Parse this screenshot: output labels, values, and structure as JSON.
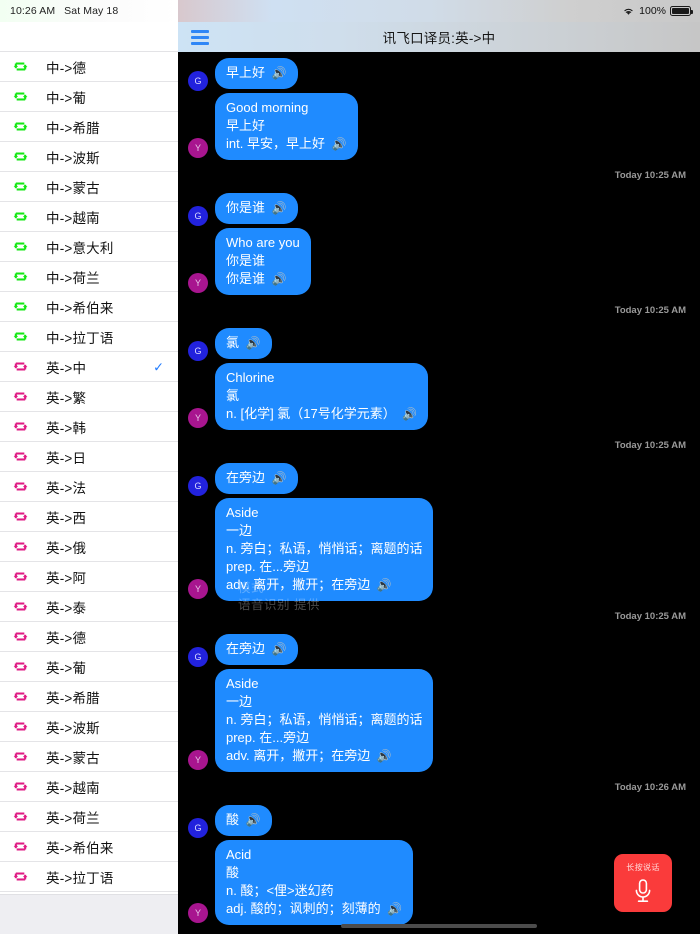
{
  "sidebar": {
    "statusbar": {
      "time": "10:26 AM",
      "date": "Sat May 18"
    },
    "items": [
      {
        "label": "中->德",
        "dir": "zh",
        "selected": false
      },
      {
        "label": "中->葡",
        "dir": "zh",
        "selected": false
      },
      {
        "label": "中->希腊",
        "dir": "zh",
        "selected": false
      },
      {
        "label": "中->波斯",
        "dir": "zh",
        "selected": false
      },
      {
        "label": "中->蒙古",
        "dir": "zh",
        "selected": false
      },
      {
        "label": "中->越南",
        "dir": "zh",
        "selected": false
      },
      {
        "label": "中->意大利",
        "dir": "zh",
        "selected": false
      },
      {
        "label": "中->荷兰",
        "dir": "zh",
        "selected": false
      },
      {
        "label": "中->希伯来",
        "dir": "zh",
        "selected": false
      },
      {
        "label": "中->拉丁语",
        "dir": "zh",
        "selected": false
      },
      {
        "label": "英->中",
        "dir": "en",
        "selected": true
      },
      {
        "label": "英->繁",
        "dir": "en",
        "selected": false
      },
      {
        "label": "英->韩",
        "dir": "en",
        "selected": false
      },
      {
        "label": "英->日",
        "dir": "en",
        "selected": false
      },
      {
        "label": "英->法",
        "dir": "en",
        "selected": false
      },
      {
        "label": "英->西",
        "dir": "en",
        "selected": false
      },
      {
        "label": "英->俄",
        "dir": "en",
        "selected": false
      },
      {
        "label": "英->阿",
        "dir": "en",
        "selected": false
      },
      {
        "label": "英->泰",
        "dir": "en",
        "selected": false
      },
      {
        "label": "英->德",
        "dir": "en",
        "selected": false
      },
      {
        "label": "英->葡",
        "dir": "en",
        "selected": false
      },
      {
        "label": "英->希腊",
        "dir": "en",
        "selected": false
      },
      {
        "label": "英->波斯",
        "dir": "en",
        "selected": false
      },
      {
        "label": "英->蒙古",
        "dir": "en",
        "selected": false
      },
      {
        "label": "英->越南",
        "dir": "en",
        "selected": false
      },
      {
        "label": "英->荷兰",
        "dir": "en",
        "selected": false
      },
      {
        "label": "英->希伯来",
        "dir": "en",
        "selected": false
      },
      {
        "label": "英->拉丁语",
        "dir": "en",
        "selected": false
      }
    ],
    "check_glyph": "✓",
    "colors": {
      "zh_icon": "#14e814",
      "en_icon": "#e01b84",
      "check": "#1f7bff"
    }
  },
  "main": {
    "statusbar": {
      "wifi": "wifi-icon",
      "battery_percent": "100%",
      "battery": "battery-icon"
    },
    "navbar": {
      "menu_icon": "hamburger-icon",
      "title": "讯飞口译员:英->中"
    },
    "speaker_glyph": "🔊",
    "avatars": {
      "query": "G",
      "answer": "Y"
    },
    "conversation": [
      {
        "query": "早上好",
        "answer": "Good morning\n早上好\nint. 早安，早上好",
        "timestamp": "Today 10:25 AM",
        "watermark": ""
      },
      {
        "query": "你是谁",
        "answer": "Who are you\n你是谁\n你是谁",
        "timestamp": "Today 10:25 AM",
        "watermark": ""
      },
      {
        "query": "氯",
        "answer": "Chlorine\n氯\nn. [化学] 氯（17号化学元素）",
        "timestamp": "Today 10:25 AM",
        "watermark": ""
      },
      {
        "query": "在旁边",
        "answer": "Aside\n一边\nn. 旁白；私语，悄悄话；离题的话\nprep. 在...旁边\nadv. 离开，撇开；在旁边",
        "timestamp": "Today 10:25 AM",
        "watermark": "模式\n语音识别 提供"
      },
      {
        "query": "在旁边",
        "answer": "Aside\n一边\nn. 旁白；私语，悄悄话；离题的话\nprep. 在...旁边\nadv. 离开，撇开；在旁边",
        "timestamp": "Today 10:26 AM",
        "watermark": ""
      },
      {
        "query": "酸",
        "answer": "Acid\n酸\nn. 酸；<俚>迷幻药\nadj. 酸的；讽刺的；刻薄的",
        "timestamp": "",
        "watermark": ""
      }
    ],
    "mic_button": {
      "label": "长按说话",
      "icon": "microphone-icon",
      "color": "#fa3b3b"
    }
  }
}
